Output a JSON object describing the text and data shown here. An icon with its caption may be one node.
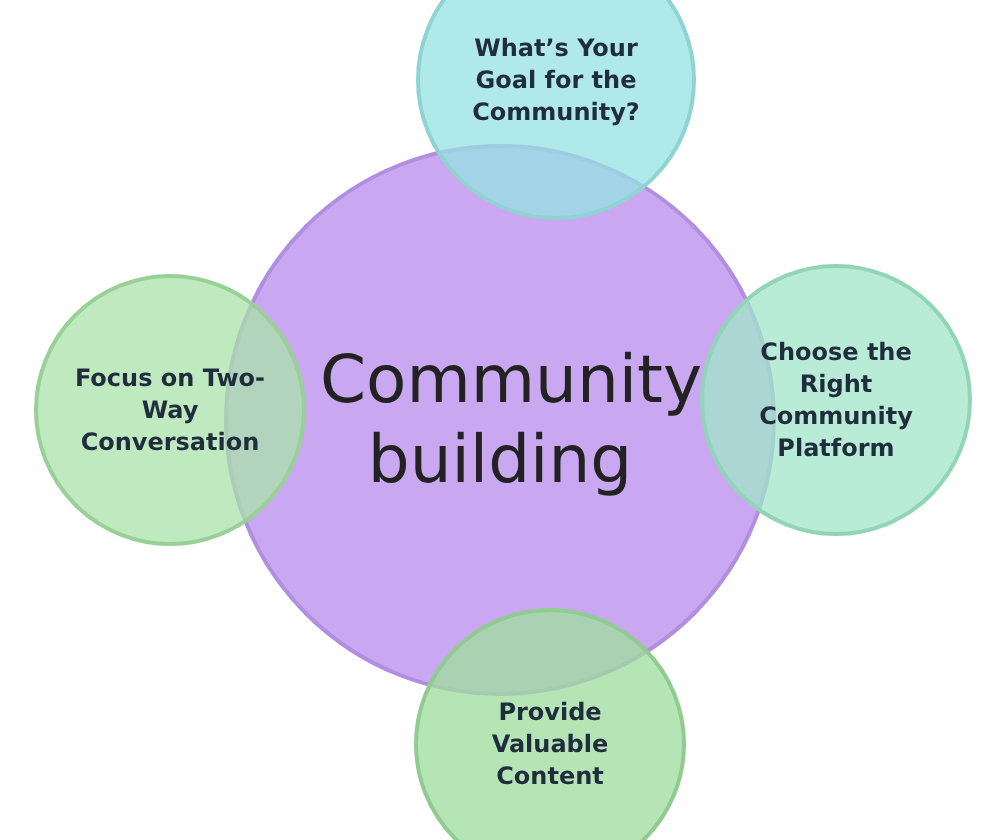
{
  "diagram": {
    "nodes": [
      {
        "text": [
          "Community building"
        ]
      },
      {
        "text": [
          "What’s Your Goal for the Community?"
        ]
      },
      {
        "text": [
          "Choose the Right Community Platform"
        ]
      },
      {
        "text": [
          "Provide Valuable Content"
        ]
      },
      {
        "text": [
          "Focus on Two-Way Conversation"
        ]
      }
    ]
  }
}
